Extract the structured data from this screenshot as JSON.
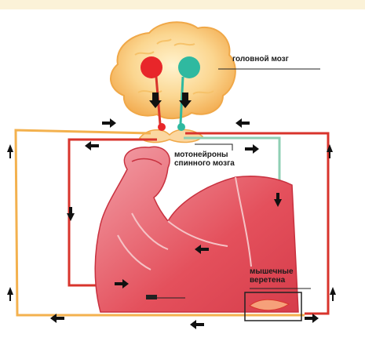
{
  "labels": {
    "brain": "головной мозг",
    "motoneurons_line1": "мотонейроны",
    "motoneurons_line2": "спинного мозга",
    "spindles_line1": "мышечные",
    "spindles_line2": "веретена"
  },
  "colors": {
    "background": "#ffffff",
    "top_band": "#fbf2d8",
    "brain_fill": "#f7c97a",
    "brain_edge": "#f0a848",
    "red_nucleus": "#e8262a",
    "green_nucleus": "#2fb9a0",
    "alpha_pathway": "#d8342c",
    "gamma_pathway": "#8fcfb4",
    "afferent_pathway": "#f3b14e",
    "arm_muscle": "#e5505a",
    "arm_outline": "#c8313f",
    "arrow": "#111111"
  }
}
